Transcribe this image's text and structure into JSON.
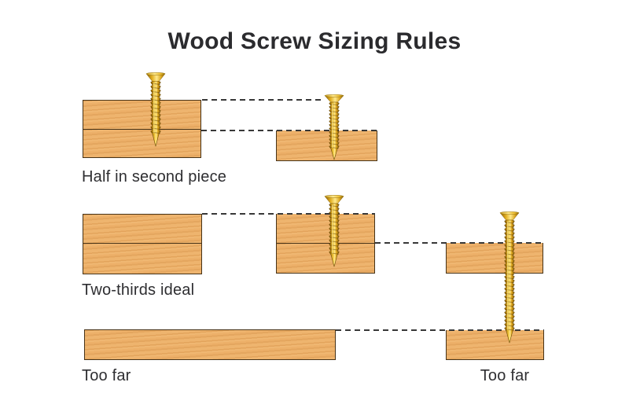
{
  "title": "Wood Screw Sizing Rules",
  "labels": {
    "row1": "Half in second piece",
    "row2": "Two-thirds ideal",
    "row3_left": "Too far",
    "row3_right": "Too far"
  },
  "colors": {
    "background": "#ffffff",
    "wood": "#edb069",
    "wood_border": "#473318",
    "screw_gold": "#f3cb42",
    "dash_line": "#383838",
    "text": "#2e2e31"
  }
}
